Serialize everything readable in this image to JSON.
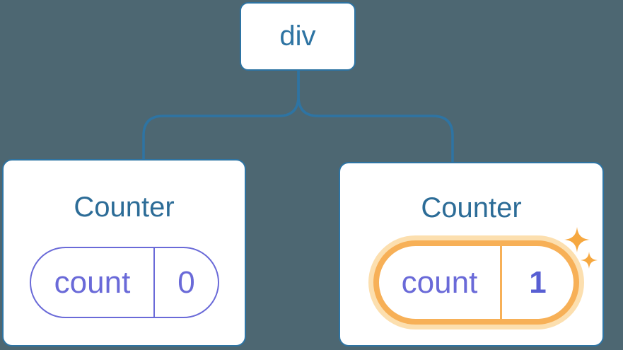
{
  "colors": {
    "background": "#4d6772",
    "line": "#2e74a3",
    "card_bg": "#ffffff",
    "title": "#2c6c97",
    "purple": "#6a6ad8",
    "value_bold": "#585fd3",
    "orange": "#f7b057",
    "orange_glow": "#fcdfaf",
    "sparkle": "#f6a840"
  },
  "tree": {
    "root": {
      "label": "div"
    },
    "children": [
      {
        "title": "Counter",
        "state": {
          "key": "count",
          "value": "0"
        },
        "highlighted": false
      },
      {
        "title": "Counter",
        "state": {
          "key": "count",
          "value": "1"
        },
        "highlighted": true
      }
    ]
  },
  "icons": {
    "large": "sparkle-large-icon",
    "small": "sparkle-small-icon"
  }
}
